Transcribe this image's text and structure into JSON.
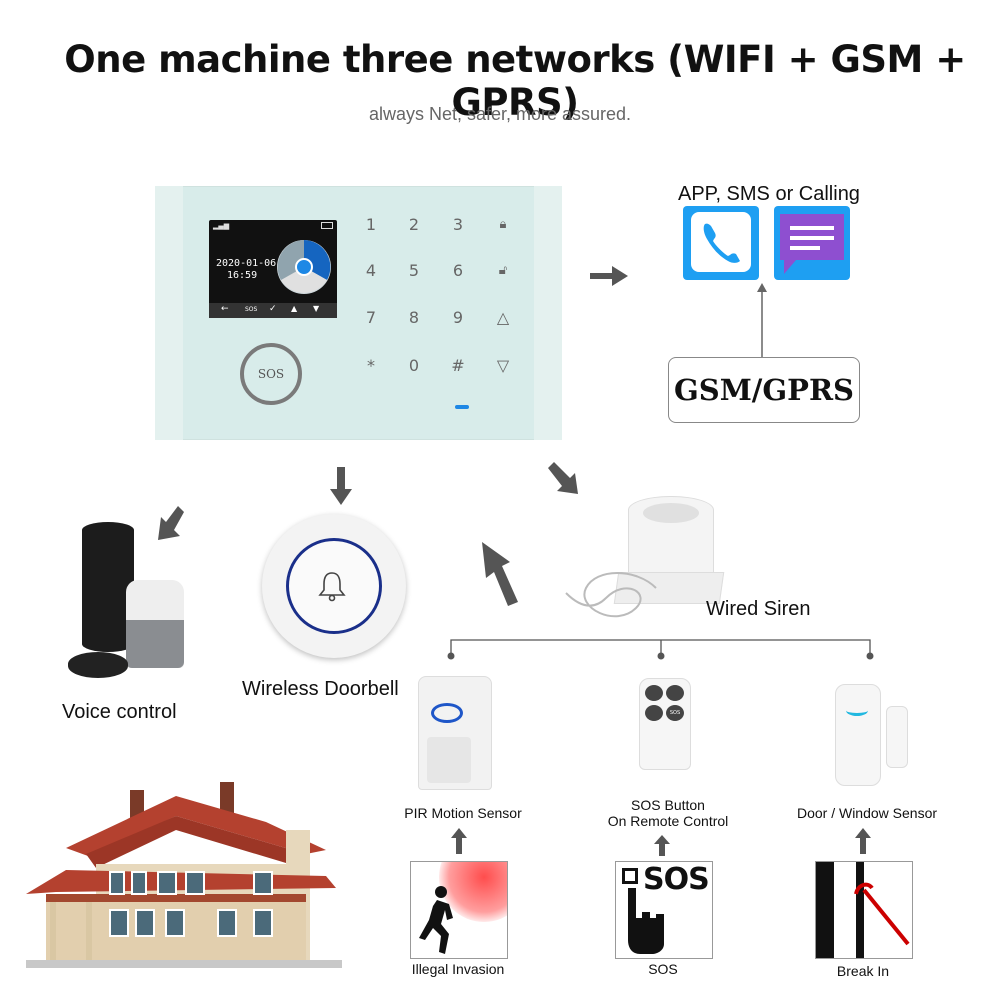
{
  "header": {
    "title": "One machine three networks (WIFI + GSM + GPRS)",
    "subtitle": "always Net, safer, more assured."
  },
  "panel": {
    "screen_date": "2020-01-06",
    "screen_time": "16:59",
    "screen_sos": "SOS",
    "sos_button": "SOS",
    "keys": [
      "1",
      "2",
      "3",
      "4",
      "5",
      "6",
      "7",
      "8",
      "9",
      "*",
      "0",
      "#"
    ]
  },
  "notify": {
    "label": "APP, SMS or Calling",
    "network": "GSM/GPRS"
  },
  "devices": {
    "voice": "Voice control",
    "doorbell": "Wireless Doorbell",
    "siren": "Wired Siren",
    "pir": "PIR Motion Sensor",
    "sos_line1": "SOS Button",
    "sos_line2": "On Remote Control",
    "door": "Door / Window Sensor",
    "remote_sos": "SOS"
  },
  "triggers": {
    "invasion": "Illegal Invasion",
    "sos": "SOS",
    "sos_big": "SOS",
    "breakin": "Break In"
  },
  "colors": {
    "accent": "#1e9ff2",
    "panel": "#d8ecea",
    "doorbell_ring": "#1a2f8a",
    "arrow": "#555555"
  }
}
